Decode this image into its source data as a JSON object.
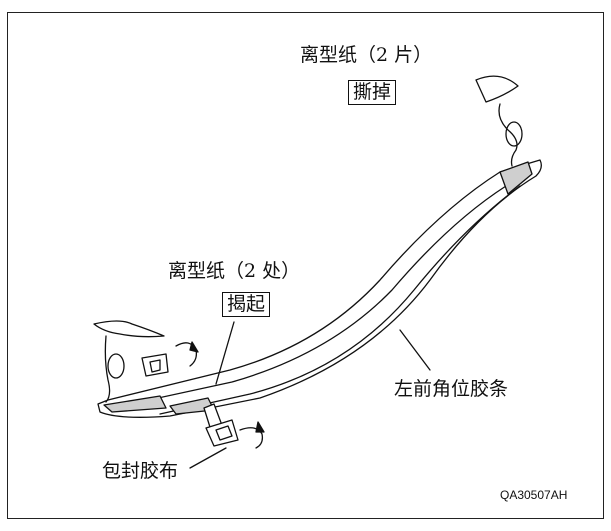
{
  "labels": {
    "release_paper_top": "离型纸（2 片）",
    "action_top": "撕掉",
    "release_paper_mid": "离型纸（2 处）",
    "action_mid": "揭起",
    "strip_name": "左前角位胶条",
    "sealing_tape": "包封胶布"
  },
  "figure_code": "QA30507AH"
}
